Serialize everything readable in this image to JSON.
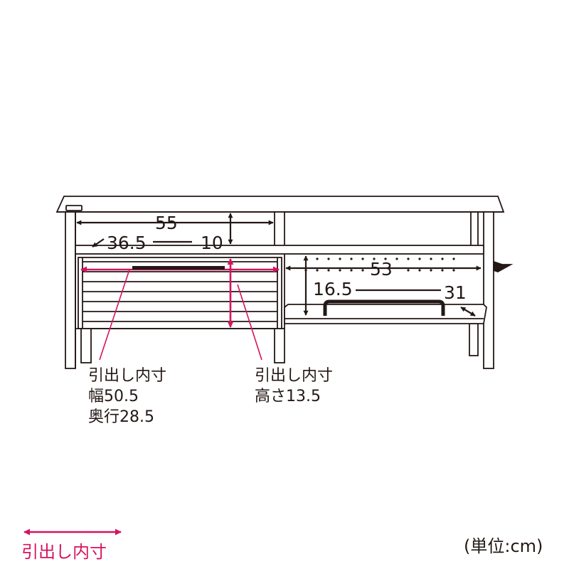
{
  "colors": {
    "ink": "#231815",
    "accent": "#d6145f",
    "paper": "#ffffff"
  },
  "dimensions": {
    "top_width": "55",
    "drawer_depth": "36.5",
    "shelf_height": "10",
    "right_width": "53",
    "right_height": "16.5",
    "right_depth": "31"
  },
  "drawer_notes": {
    "left": {
      "title": "引出し内寸",
      "width": "幅50.5",
      "depth": "奥行28.5"
    },
    "right": {
      "title": "引出し内寸",
      "height": "高さ13.5"
    }
  },
  "legend": {
    "label": "引出し内寸",
    "icon": "double-arrow-icon"
  },
  "unit_label": "(単位:cm)"
}
